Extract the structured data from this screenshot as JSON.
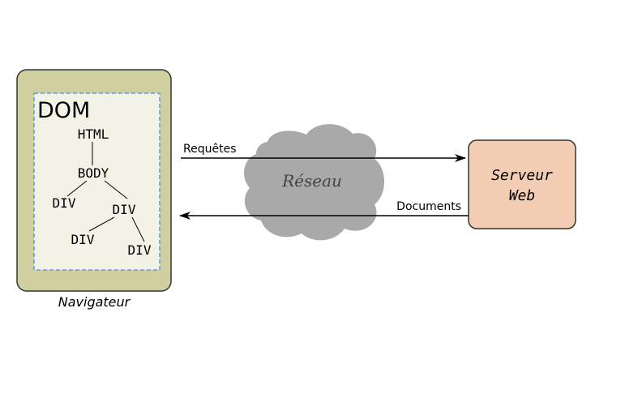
{
  "browser": {
    "label": "Navigateur",
    "frame_color": "#d0cf9f",
    "dom": {
      "title": "DOM",
      "panel_color": "#f3f2e7",
      "border_color": "#4a90d9",
      "nodes": {
        "html": "HTML",
        "body": "BODY",
        "div_left": "DIV",
        "div_right": "DIV",
        "div_bottom_left": "DIV",
        "div_bottom_right": "DIV"
      }
    }
  },
  "network": {
    "label": "Réseau",
    "cloud_color": "#a9a9a9"
  },
  "arrows": {
    "requests_label": "Requêtes",
    "documents_label": "Documents"
  },
  "server": {
    "line1": "Serveur",
    "line2": "Web",
    "fill_color": "#f3ceb5"
  }
}
